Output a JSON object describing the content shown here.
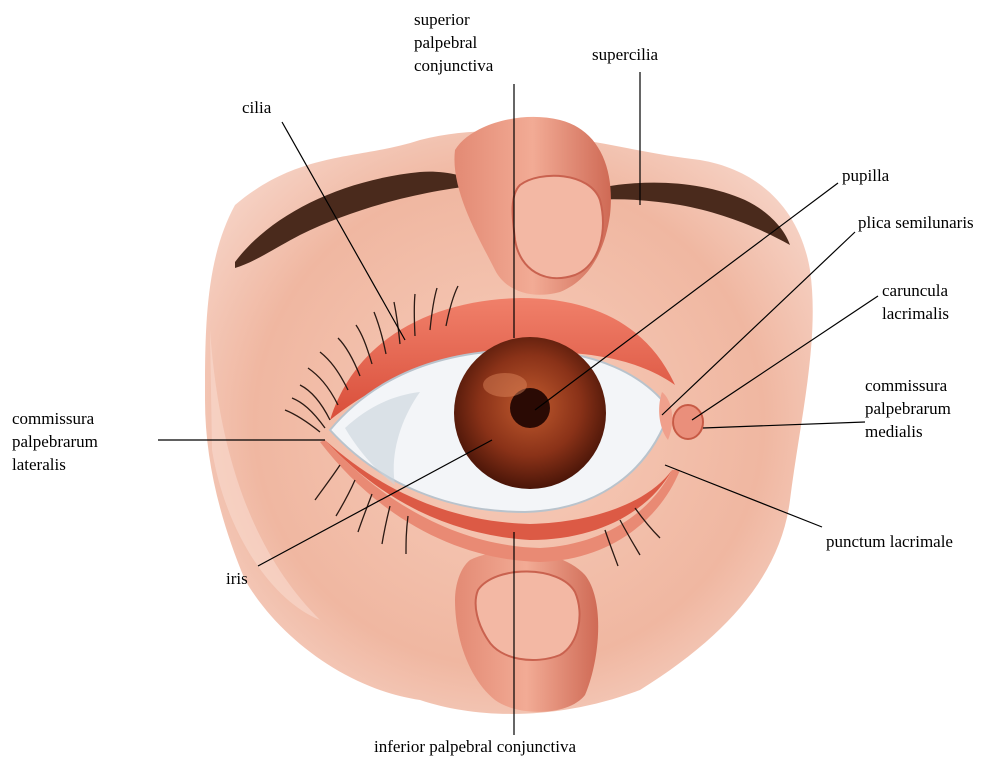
{
  "labels": {
    "superior_palpebral_conjunctiva": "superior\npalpebral\nconjunctiva",
    "supercilia": "supercilia",
    "cilia": "cilia",
    "pupilla": "pupilla",
    "plica_semilunaris": "plica semilunaris",
    "caruncula_lacrimalis": "caruncula\nlacrimalis",
    "commissura_palpebrarum_medialis": "commissura\npalpebrarum\nmedialis",
    "commissura_palpebrarum_lateralis": "commissura\npalpebrarum\nlateralis",
    "punctum_lacrimale": "punctum lacrimale",
    "iris": "iris",
    "inferior_palpebral_conjunctiva": "inferior palpebral conjunctiva"
  },
  "colors": {
    "skin": "#f2c3b0",
    "skin_shadow": "#e07e6a",
    "conjunctiva": "#e0604c",
    "iris": "#8a3218",
    "pupil": "#2a0a04",
    "sclera": "#f4f6f8",
    "brow": "#4a2a1c"
  }
}
